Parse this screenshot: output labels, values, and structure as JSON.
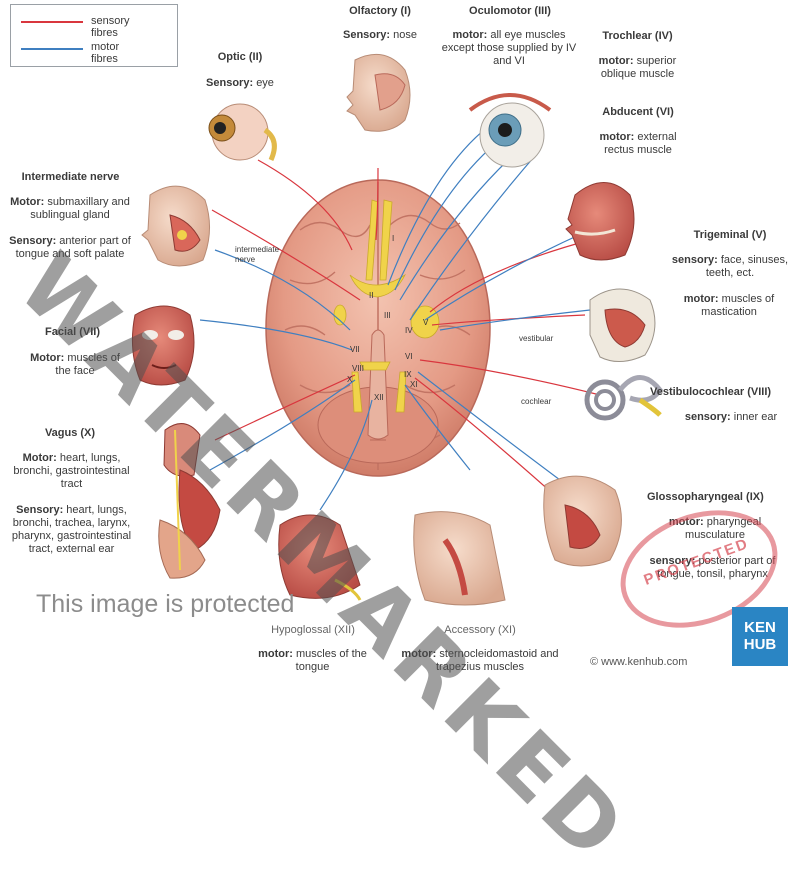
{
  "legend": {
    "sensory_label": "sensory fibres",
    "motor_label": "motor fibres",
    "sensory_color": "#d9363e",
    "motor_color": "#3f7fc0"
  },
  "nerves": {
    "olfactory": {
      "title": "Olfactory (I)",
      "prefix": "Sensory:",
      "desc": "nose"
    },
    "optic": {
      "title": "Optic (II)",
      "prefix": "Sensory:",
      "desc": "eye"
    },
    "oculomotor": {
      "title": "Oculomotor (III)",
      "prefix": "motor:",
      "desc": "all eye muscles except those supplied by IV and VI"
    },
    "trochlear": {
      "title": "Trochlear (IV)",
      "prefix": "motor:",
      "desc": "superior oblique muscle"
    },
    "abducent": {
      "title": "Abducent (VI)",
      "prefix": "motor:",
      "desc": "external rectus muscle"
    },
    "intermediate": {
      "title": "Intermediate nerve",
      "motor_prefix": "Motor:",
      "motor_desc": "submaxillary and sublingual gland",
      "sensory_prefix": "Sensory:",
      "sensory_desc": "anterior part of tongue and soft palate"
    },
    "trigeminal": {
      "title": "Trigeminal (V)",
      "sensory_prefix": "sensory:",
      "sensory_desc": "face, sinuses, teeth, ect.",
      "motor_prefix": "motor:",
      "motor_desc": "muscles of mastication"
    },
    "facial": {
      "title": "Facial (VII)",
      "prefix": "Motor:",
      "desc": "muscles of the face"
    },
    "vestibulocochlear": {
      "title": "Vestibulocochlear (VIII)",
      "prefix": "sensory:",
      "desc": "inner ear"
    },
    "vagus": {
      "title": "Vagus (X)",
      "motor_prefix": "Motor:",
      "motor_desc": "heart, lungs, bronchi, gastrointestinal tract",
      "sensory_prefix": "Sensory:",
      "sensory_desc": "heart, lungs, bronchi, trachea, larynx, pharynx, gastrointestinal tract, external ear"
    },
    "glossopharyngeal": {
      "title": "Glossopharyngeal (IX)",
      "motor_prefix": "motor:",
      "motor_desc": "pharyngeal musculature",
      "sensory_prefix": "sensory:",
      "sensory_desc": "posterior part of tongue, tonsil, pharynx"
    },
    "hypoglossal": {
      "title": "Hypoglossal (XII)",
      "prefix": "motor:",
      "desc": "muscles of the tongue"
    },
    "accessory": {
      "title": "Accessory (XI)",
      "prefix": "motor:",
      "desc": "sternocleidomastoid and trapezius muscles"
    }
  },
  "brain_labels": {
    "intermediate_nerve": "intermediate nerve",
    "vestibular": "vestibular",
    "cochlear": "cochlear",
    "numerals": [
      "I",
      "II",
      "III",
      "IV",
      "V",
      "VI",
      "VII",
      "VIII",
      "IX",
      "X",
      "XI",
      "XII"
    ]
  },
  "watermark": {
    "text": "WATERMARKED",
    "protected": "This image is protected",
    "stamp": "PROTECTED"
  },
  "credit": {
    "text": "© www.kenhub.com",
    "logo_top": "KEN",
    "logo_bottom": "HUB"
  }
}
